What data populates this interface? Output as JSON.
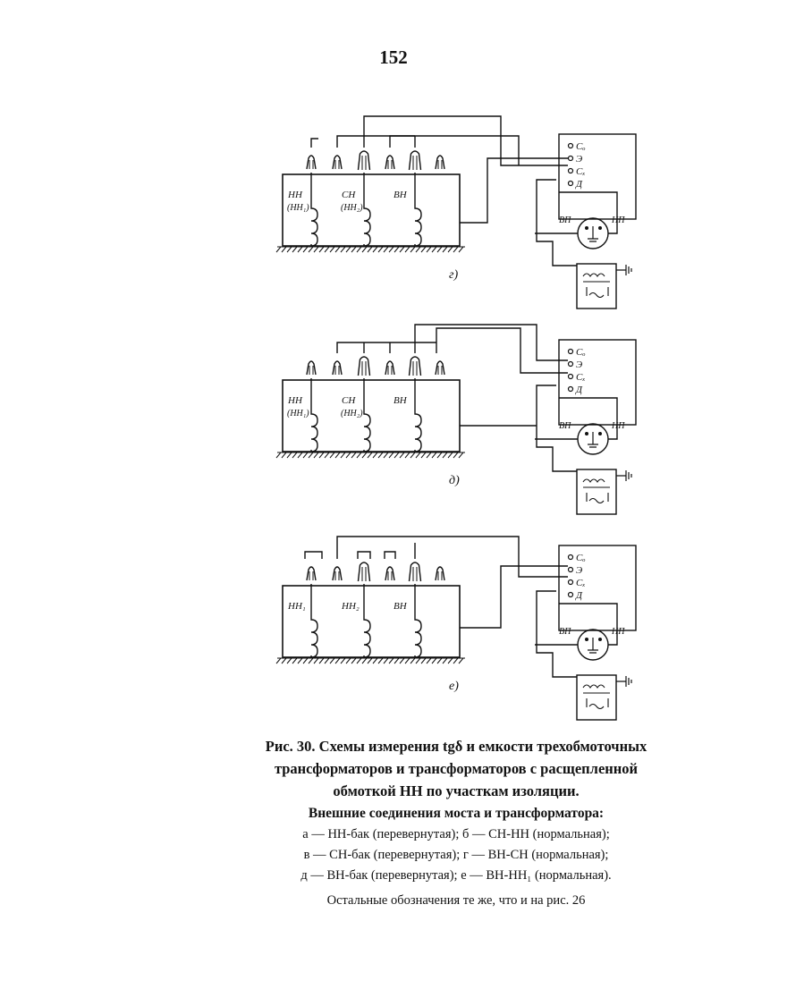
{
  "page": {
    "number": "152"
  },
  "diagrams": [
    {
      "id": "g",
      "panel_label": "г)",
      "windings": [
        {
          "label": "НН",
          "sublabel": "(НН₁)"
        },
        {
          "label": "СН",
          "sublabel": "(НН₂)"
        },
        {
          "label": "ВН",
          "sublabel": ""
        }
      ],
      "bridge_terminals": [
        "Cₒ",
        "Э",
        "Cₓ",
        "Д"
      ],
      "switch_labels": [
        "ВП",
        "НП"
      ]
    },
    {
      "id": "d",
      "panel_label": "д)",
      "windings": [
        {
          "label": "НН",
          "sublabel": "(НН₁)"
        },
        {
          "label": "СН",
          "sublabel": "(НН₂)"
        },
        {
          "label": "ВН",
          "sublabel": ""
        }
      ],
      "bridge_terminals": [
        "Cₒ",
        "Э",
        "Cₓ",
        "Д"
      ],
      "switch_labels": [
        "ВП",
        "НП"
      ]
    },
    {
      "id": "e",
      "panel_label": "е)",
      "windings": [
        {
          "label": "НН₁",
          "sublabel": ""
        },
        {
          "label": "НН₂",
          "sublabel": ""
        },
        {
          "label": "ВН",
          "sublabel": ""
        }
      ],
      "bridge_terminals": [
        "Cₒ",
        "Э",
        "Cₓ",
        "Д"
      ],
      "switch_labels": [
        "ВП",
        "НП"
      ]
    }
  ],
  "caption": {
    "title_line1": "Рис. 30. Схемы измерения tgδ и емкости трехобмоточных",
    "title_line2": "трансформаторов и трансформаторов с расщепленной",
    "title_line3": "обмоткой НН по участкам изоляции.",
    "subtitle": "Внешние соединения моста и трансформатора:",
    "legend": [
      "а — НН-бак (перевернутая); б — СН-НН (нормальная);",
      "в — СН-бак (перевернутая); г — ВН-СН (нормальная);",
      "д — ВН-бак (перевернутая); е — ВН-НН₁ (нормальная)."
    ],
    "note": "Остальные обозначения те же, что и на рис. 26"
  }
}
